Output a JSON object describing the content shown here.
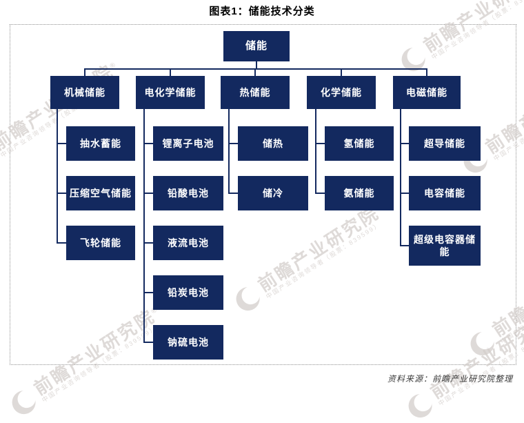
{
  "title": "图表1：储能技术分类",
  "source": "资料来源：前瞻产业研究院整理",
  "watermark": {
    "text": "前瞻产业研究院",
    "reg": "®",
    "subtext": "中国产业咨询领导者（股票：839599）"
  },
  "colors": {
    "node_bg": "#13295f",
    "node_text": "#ffffff",
    "connector": "#13295f",
    "frame_border": "#8f8f8f"
  },
  "chart_data": {
    "type": "tree",
    "root": "储能",
    "branches": [
      {
        "label": "机械储能",
        "children": [
          "抽水蓄能",
          "压缩空气储能",
          "飞轮储能"
        ]
      },
      {
        "label": "电化学储能",
        "children": [
          "锂离子电池",
          "铅酸电池",
          "液流电池",
          "铅炭电池",
          "钠硫电池"
        ]
      },
      {
        "label": "热储能",
        "children": [
          "储热",
          "储冷"
        ]
      },
      {
        "label": "化学储能",
        "children": [
          "氢储能",
          "氨储能"
        ]
      },
      {
        "label": "电磁储能",
        "children": [
          "超导储能",
          "电容储能",
          "超级电容器储能"
        ]
      }
    ]
  }
}
